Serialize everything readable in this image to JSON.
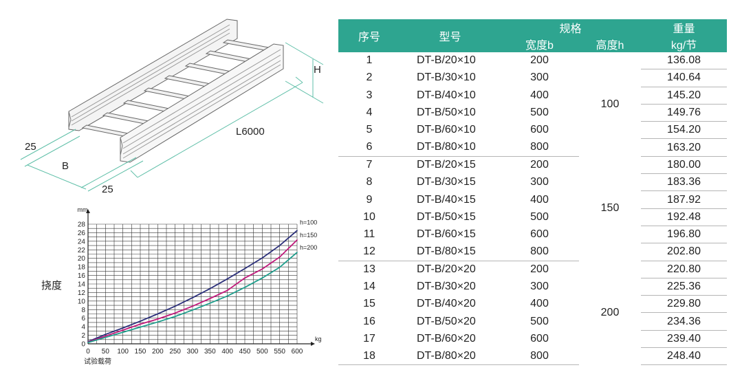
{
  "drawing": {
    "dim_h": "H",
    "dim_length": "L6000",
    "dim_b": "B",
    "dim_25_left": "25",
    "dim_25_bottom": "25"
  },
  "chart_data": {
    "type": "line",
    "y_unit": "mm",
    "x_unit": "kg",
    "ylabel": "挠度",
    "xlabel": "试验载荷",
    "xlim": [
      0,
      600
    ],
    "ylim": [
      0,
      28
    ],
    "x_ticks": [
      "0",
      "50",
      "100",
      "150",
      "200",
      "250",
      "300",
      "350",
      "400",
      "450",
      "500",
      "550",
      "600"
    ],
    "y_ticks": [
      "0",
      "2",
      "4",
      "6",
      "8",
      "10",
      "12",
      "14",
      "16",
      "18",
      "20",
      "22",
      "24",
      "26",
      "28"
    ],
    "grid": true,
    "series": [
      {
        "name": "h=100",
        "color": "#2b2f7a",
        "x": [
          0,
          50,
          100,
          150,
          200,
          250,
          300,
          350,
          400,
          450,
          500,
          550,
          600
        ],
        "y": [
          0.5,
          2.2,
          3.7,
          5.3,
          7.0,
          8.8,
          10.8,
          12.9,
          15.2,
          17.6,
          20.1,
          23.0,
          26.5
        ]
      },
      {
        "name": "h=150",
        "color": "#c0187a",
        "x": [
          0,
          50,
          100,
          150,
          200,
          250,
          300,
          350,
          400,
          450,
          500,
          550,
          600
        ],
        "y": [
          0.4,
          1.8,
          3.2,
          4.6,
          5.8,
          7.2,
          8.8,
          10.6,
          12.5,
          15.4,
          17.5,
          20.3,
          24.3
        ]
      },
      {
        "name": "h=200",
        "color": "#1e9e8c",
        "x": [
          0,
          50,
          100,
          150,
          200,
          250,
          300,
          350,
          400,
          450,
          500,
          550,
          600
        ],
        "y": [
          0.3,
          1.5,
          2.7,
          3.9,
          5.1,
          6.4,
          7.9,
          9.5,
          11.2,
          13.2,
          15.4,
          17.9,
          21.4
        ]
      }
    ]
  },
  "table": {
    "headers": {
      "index": "序号",
      "model": "型号",
      "spec": "规格",
      "width": "宽度b",
      "height": "高度h",
      "weight_line1": "重量",
      "weight_line2": "kg/节"
    },
    "height_groups": [
      "100",
      "150",
      "200"
    ],
    "rows": [
      {
        "no": "1",
        "model": "DT-B/20×10",
        "width": "200",
        "weight": "136.08"
      },
      {
        "no": "2",
        "model": "DT-B/30×10",
        "width": "300",
        "weight": "140.64"
      },
      {
        "no": "3",
        "model": "DT-B/40×10",
        "width": "400",
        "weight": "145.20"
      },
      {
        "no": "4",
        "model": "DT-B/50×10",
        "width": "500",
        "weight": "149.76"
      },
      {
        "no": "5",
        "model": "DT-B/60×10",
        "width": "600",
        "weight": "154.20"
      },
      {
        "no": "6",
        "model": "DT-B/80×10",
        "width": "800",
        "weight": "163.20"
      },
      {
        "no": "7",
        "model": "DT-B/20×15",
        "width": "200",
        "weight": "180.00"
      },
      {
        "no": "8",
        "model": "DT-B/30×15",
        "width": "300",
        "weight": "183.36"
      },
      {
        "no": "9",
        "model": "DT-B/40×15",
        "width": "400",
        "weight": "187.92"
      },
      {
        "no": "10",
        "model": "DT-B/50×15",
        "width": "500",
        "weight": "192.48"
      },
      {
        "no": "11",
        "model": "DT-B/60×15",
        "width": "600",
        "weight": "196.80"
      },
      {
        "no": "12",
        "model": "DT-B/80×15",
        "width": "800",
        "weight": "202.80"
      },
      {
        "no": "13",
        "model": "DT-B/20×20",
        "width": "200",
        "weight": "220.80"
      },
      {
        "no": "14",
        "model": "DT-B/30×20",
        "width": "300",
        "weight": "225.36"
      },
      {
        "no": "15",
        "model": "DT-B/40×20",
        "width": "400",
        "weight": "229.80"
      },
      {
        "no": "16",
        "model": "DT-B/50×20",
        "width": "500",
        "weight": "234.36"
      },
      {
        "no": "17",
        "model": "DT-B/60×20",
        "width": "600",
        "weight": "239.40"
      },
      {
        "no": "18",
        "model": "DT-B/80×20",
        "width": "800",
        "weight": "248.40"
      }
    ]
  }
}
